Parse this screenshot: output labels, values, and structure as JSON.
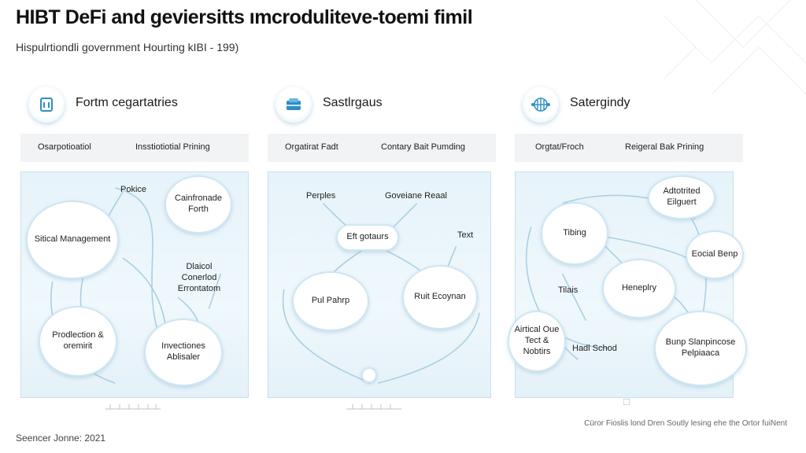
{
  "header": {
    "title": "HIBT DeFi and geviersitts ımcroduliteve-toemi fimil",
    "subtitle": "Hispulrtiondli government Hourting kIBI - 199)"
  },
  "panels": [
    {
      "icon": "document-icon",
      "label": "Fortm cegartatries",
      "tabs": [
        "Osarpotioatiol",
        "Insstiotiotial Prining"
      ],
      "nodes": [
        {
          "text": "Sitical Management"
        },
        {
          "text": "Cainfronade Forth"
        },
        {
          "text": "Prodlection & oremirit"
        },
        {
          "text": "Invectiones Ablisaler"
        }
      ],
      "labels": [
        {
          "text": "Pokice"
        },
        {
          "text": "Dlaicol Conerlod Errontatom"
        }
      ]
    },
    {
      "icon": "wallet-icon",
      "label": "Sastlrgaus",
      "tabs": [
        "Orgatirat Fadt",
        "Contary Bait Pumding"
      ],
      "nodes": [
        {
          "text": "Eft gotaurs"
        },
        {
          "text": "Pul Pahrp"
        },
        {
          "text": "Ruit Ecoynan"
        }
      ],
      "labels": [
        {
          "text": "Perples"
        },
        {
          "text": "Goveiane Reaal"
        },
        {
          "text": "Text"
        }
      ]
    },
    {
      "icon": "network-icon",
      "label": "Satergindy",
      "tabs": [
        "Orgtat/Froch",
        "Reigeral Bak Prining"
      ],
      "nodes": [
        {
          "text": "Adtotrited Eilguert"
        },
        {
          "text": "Tibing"
        },
        {
          "text": "Eocial Benp"
        },
        {
          "text": "Heneplry"
        },
        {
          "text": "Airtical Oue Tect & Nobtirs"
        },
        {
          "text": "Bunp Slanpincose Pelpiaaca"
        }
      ],
      "labels": [
        {
          "text": "Tilais"
        },
        {
          "text": "Hadl Schod"
        }
      ]
    }
  ],
  "footer": {
    "left": "Seencer Jonne: 2021",
    "right": "Cüror Fioslis lond Dren Soutly lesing ehe the Ortor fuiNent"
  },
  "colors": {
    "panel_bg": "#e6f3fa",
    "bubble_border": "#cfe6f2",
    "link": "#a9cfe3"
  }
}
